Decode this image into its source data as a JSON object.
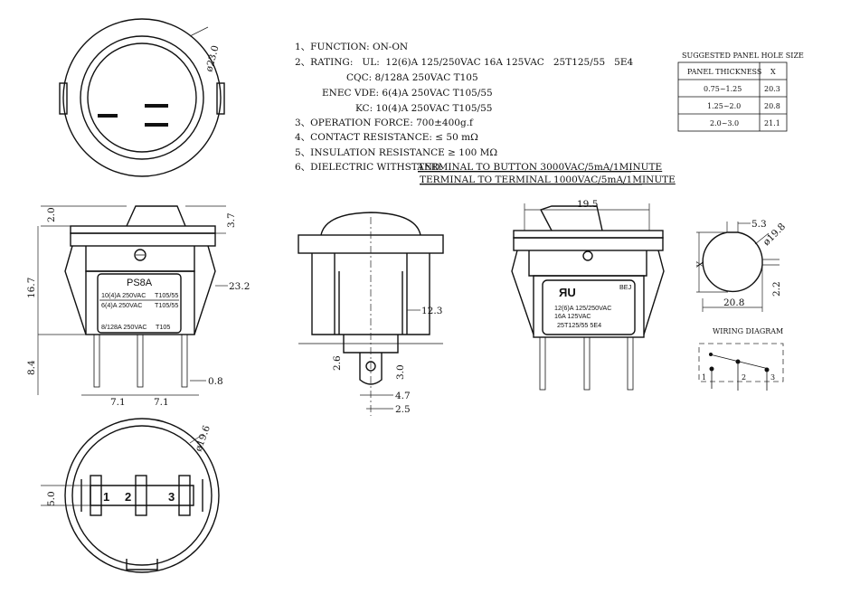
{
  "specs": {
    "function": "1、FUNCTION:  ON-ON",
    "rating_ul": "2、RATING:   UL:  12(6)A 125/250VAC 16A 125VAC   25T125/55   5E4",
    "rating_cqc": "CQC:  8/128A 250VAC T105",
    "rating_enec": "ENEC VDE:  6(4)A 250VAC T105/55",
    "rating_kc": "KC:  10(4)A 250VAC T105/55",
    "operation_force": "3、OPERATION FORCE: 700±400g.f",
    "contact_resistance": "4、CONTACT RESISTANCE: ≤  50 mΩ",
    "insulation_resistance": "5、INSULATION RESISTANCE  ≥ 100 MΩ",
    "dielectric_label": "6、DIELECTRIC WITHSTAND:",
    "dielectric_1": "TERMINAL TO BUTTON 3000VAC/5mA/1MINUTE",
    "dielectric_2": "TERMINAL TO TERMINAL 1000VAC/5mA/1MINUTE"
  },
  "panel_table": {
    "title": "SUGGESTED PANEL HOLE SIZE",
    "headers": [
      "PANEL THICKNESS",
      "X"
    ],
    "rows": [
      [
        "0.75~1.25",
        "20.3"
      ],
      [
        "1.25~2.0",
        "20.8"
      ],
      [
        "2.0~3.0",
        "21.1"
      ]
    ]
  },
  "dimensions": {
    "top_dia": "ø23.0",
    "front_2_0": "2.0",
    "front_3_7": "3.7",
    "front_16_7": "16.7",
    "front_8_4": "8.4",
    "front_23_2": "23.2",
    "front_7_1a": "7.1",
    "front_7_1b": "7.1",
    "front_0_8": "0.8",
    "side_12_3": "12.3",
    "side_2_6": "2.6",
    "side_3_0": "3.0",
    "side_4_7": "4.7",
    "side_2_5": "2.5",
    "right_19_5": "19.5",
    "hole_5_3": "5.3",
    "hole_dia": "ø19.8",
    "hole_x": "X",
    "hole_2_2": "2.2",
    "hole_20_8": "20.8",
    "bottom_5_0": "5.0",
    "bottom_dia": "ø19.6"
  },
  "front_label": {
    "model": "PS8A",
    "line1": "10(4)A 250VAC",
    "line1b": "T105/55",
    "line2": "6(4)A 250VAC",
    "line2b": "T105/55",
    "line3": "8/128A 250VAC",
    "line3b": "T105"
  },
  "right_label": {
    "brand": "BEJ",
    "line1": "12(6)A  125/250VAC",
    "line2": "16A  125VAC",
    "line3": "25T125/55  5E4"
  },
  "terminals": [
    "1",
    "2",
    "3"
  ],
  "wiring": {
    "title": "WIRING DIAGRAM",
    "pins": [
      "1",
      "2",
      "3"
    ]
  }
}
